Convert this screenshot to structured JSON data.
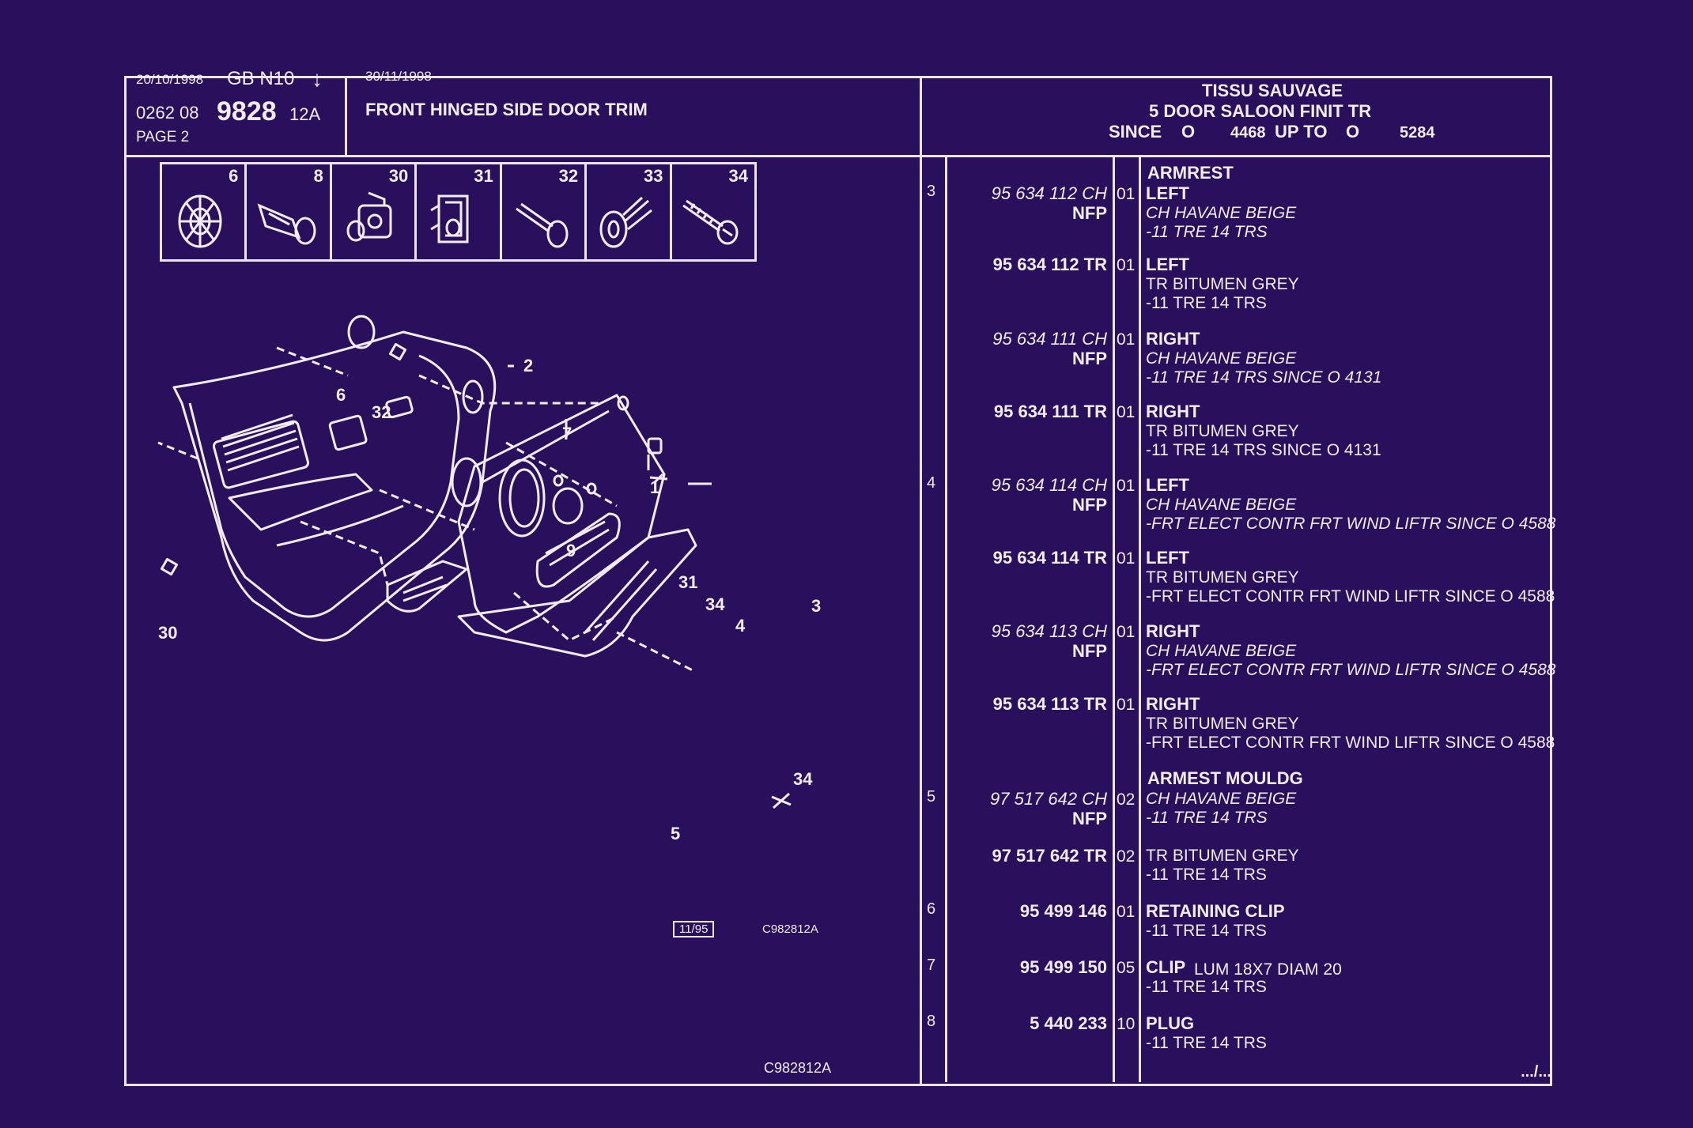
{
  "header": {
    "date1": "20/10/1998",
    "catalog": "GB N10",
    "arrow_glyph": "↓",
    "ref_prefix": "0262 08",
    "ref_main": "9828",
    "ref_suffix": "12A",
    "page": "PAGE 2",
    "date2": "30/11/1998",
    "title": "FRONT HINGED SIDE DOOR TRIM",
    "spec_line1": "TISSU SAUVAGE",
    "spec_line2": "5 DOOR SALOON FINIT  TR",
    "spec_since": "SINCE",
    "spec_o1": "O",
    "spec_from": "4468",
    "spec_upto": "UP  TO",
    "spec_o2": "O",
    "spec_to": "5284"
  },
  "thumbnails": [
    {
      "num": "6",
      "icon": "rosette-clip-icon"
    },
    {
      "num": "8",
      "icon": "plug-icon"
    },
    {
      "num": "30",
      "icon": "square-clip-icon"
    },
    {
      "num": "31",
      "icon": "cage-nut-icon"
    },
    {
      "num": "32",
      "icon": "push-pin-icon"
    },
    {
      "num": "33",
      "icon": "fir-tree-clip-icon"
    },
    {
      "num": "34",
      "icon": "screw-icon"
    }
  ],
  "diagram": {
    "callouts": [
      "6",
      "32",
      "2",
      "7",
      "1",
      "9",
      "30",
      "31",
      "34",
      "4",
      "3",
      "34",
      "5"
    ],
    "date_box": "11/95",
    "drawing_code": "C982812A",
    "footer_code": "C982812A"
  },
  "parts": [
    {
      "ref": "3",
      "part": "95 634 112 CH",
      "italic": true,
      "nfp": "NFP",
      "qty": "01",
      "heading": "ARMREST",
      "desc1": "LEFT",
      "desc2": "CH HAVANE BEIGE",
      "desc3": "-11 TRE 14 TRS"
    },
    {
      "ref": "",
      "part": "95 634 112 TR",
      "italic": false,
      "nfp": "",
      "qty": "01",
      "heading": "",
      "desc1": "LEFT",
      "desc2": "TR BITUMEN GREY",
      "desc3": "-11 TRE 14 TRS"
    },
    {
      "ref": "",
      "part": "95 634 111 CH",
      "italic": true,
      "nfp": "NFP",
      "qty": "01",
      "heading": "",
      "desc1": "RIGHT",
      "desc2": "CH HAVANE BEIGE",
      "desc3": "-11 TRE 14 TRS SINCE  O  4131"
    },
    {
      "ref": "",
      "part": "95 634 111 TR",
      "italic": false,
      "nfp": "",
      "qty": "01",
      "heading": "",
      "desc1": "RIGHT",
      "desc2": "TR BITUMEN GREY",
      "desc3": "-11 TRE 14 TRS SINCE  O  4131"
    },
    {
      "ref": "4",
      "part": "95 634 114 CH",
      "italic": true,
      "nfp": "NFP",
      "qty": "01",
      "heading": "",
      "desc1": "LEFT",
      "desc2": "CH HAVANE BEIGE",
      "desc3": "-FRT ELECT CONTR FRT WIND LIFTR SINCE  O  4588"
    },
    {
      "ref": "",
      "part": "95 634 114 TR",
      "italic": false,
      "nfp": "",
      "qty": "01",
      "heading": "",
      "desc1": "LEFT",
      "desc2": "TR BITUMEN GREY",
      "desc3": "-FRT ELECT CONTR FRT WIND LIFTR SINCE  O  4588"
    },
    {
      "ref": "",
      "part": "95 634 113 CH",
      "italic": true,
      "nfp": "NFP",
      "qty": "01",
      "heading": "",
      "desc1": "RIGHT",
      "desc2": "CH HAVANE BEIGE",
      "desc3": "-FRT ELECT CONTR FRT WIND LIFTR SINCE  O  4588"
    },
    {
      "ref": "",
      "part": "95 634 113 TR",
      "italic": false,
      "nfp": "",
      "qty": "01",
      "heading": "",
      "desc1": "RIGHT",
      "desc2": "TR BITUMEN GREY",
      "desc3": "-FRT ELECT CONTR FRT WIND LIFTR SINCE  O  4588"
    },
    {
      "ref": "5",
      "part": "97 517 642 CH",
      "italic": true,
      "nfp": "NFP",
      "qty": "02",
      "heading": "ARMEST MOULDG",
      "desc1": "",
      "desc2": "CH HAVANE BEIGE",
      "desc3": "-11 TRE 14 TRS"
    },
    {
      "ref": "",
      "part": "97 517 642 TR",
      "italic": false,
      "nfp": "",
      "qty": "02",
      "heading": "",
      "desc1": "",
      "desc2": "TR BITUMEN GREY",
      "desc3": "-11 TRE 14 TRS"
    },
    {
      "ref": "6",
      "part": "95 499 146",
      "italic": false,
      "nfp": "",
      "qty": "01",
      "heading": "",
      "desc1": "RETAINING CLIP",
      "desc1_extra": "",
      "desc2": "",
      "desc3": "-11 TRE 14 TRS"
    },
    {
      "ref": "7",
      "part": "95 499 150",
      "italic": false,
      "nfp": "",
      "qty": "05",
      "heading": "",
      "desc1": "CLIP",
      "desc1_extra": "LUM 18X7 DIAM 20",
      "desc2": "",
      "desc3": "-11 TRE 14 TRS"
    },
    {
      "ref": "8",
      "part": "5 440 233",
      "italic": false,
      "nfp": "",
      "qty": "10",
      "heading": "",
      "desc1": "PLUG",
      "desc1_extra": "",
      "desc2": "",
      "desc3": "-11 TRE 14 TRS"
    }
  ],
  "continuation": ".../..."
}
